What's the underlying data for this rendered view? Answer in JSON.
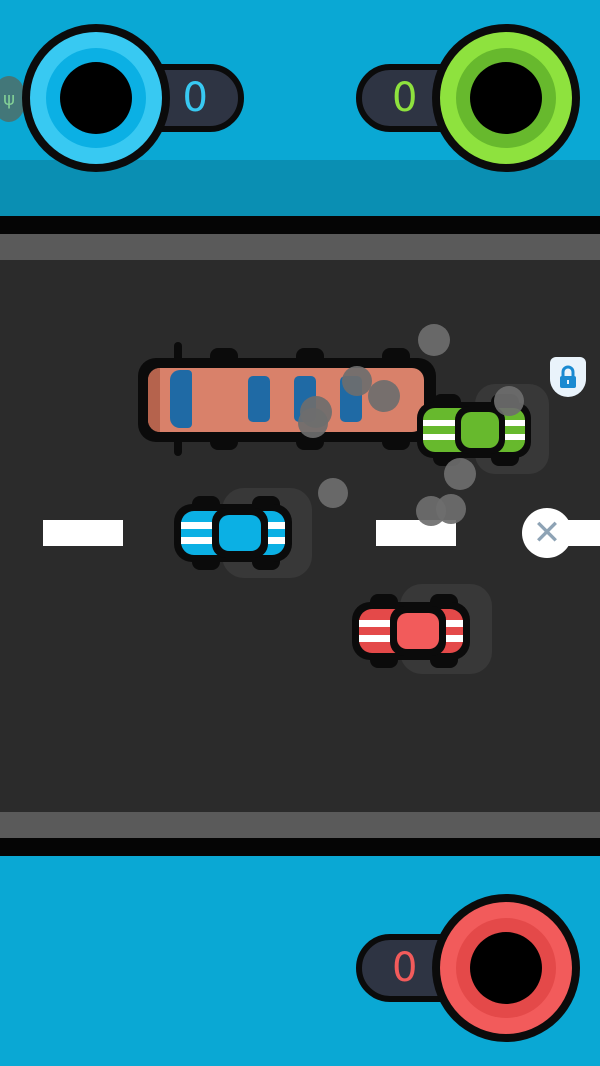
{
  "players": {
    "blue": {
      "score": "0",
      "color": "#38c9f2",
      "inner": "#0bb0e4"
    },
    "green": {
      "score": "0",
      "color": "#8ee23e",
      "inner": "#67b92d"
    },
    "red": {
      "score": "0",
      "color": "#f25b5b",
      "inner": "#e44949"
    }
  },
  "icons": {
    "left_badge": "character-badge-icon",
    "lock": "lock-shield-icon",
    "close": "close-icon"
  },
  "colors": {
    "sky": "#0aa8d4",
    "road": "#2b2b2b",
    "truck": "#d9816a",
    "truck_window": "#1f6aa5"
  },
  "glyphs": {
    "close": "✕",
    "badge": "ψ"
  }
}
